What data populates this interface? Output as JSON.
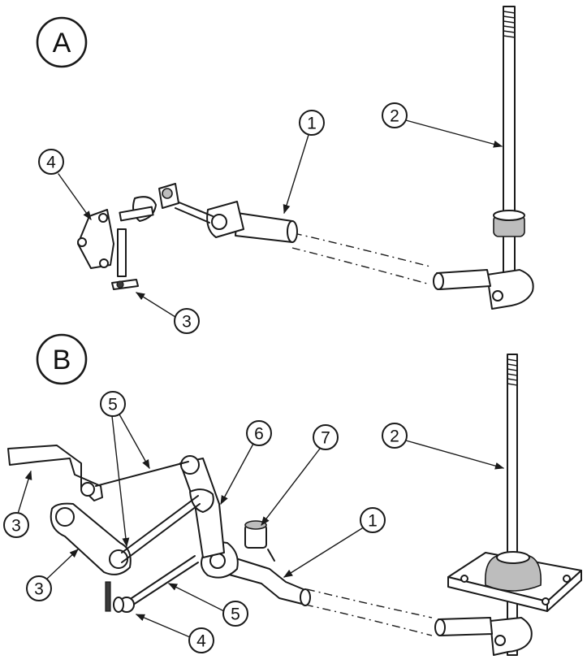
{
  "panels": [
    {
      "label": "A",
      "callouts": [
        "1",
        "2",
        "3",
        "4"
      ]
    },
    {
      "label": "B",
      "callouts": [
        "5",
        "6",
        "7",
        "2",
        "3",
        "1",
        "3",
        "5",
        "4"
      ]
    }
  ]
}
